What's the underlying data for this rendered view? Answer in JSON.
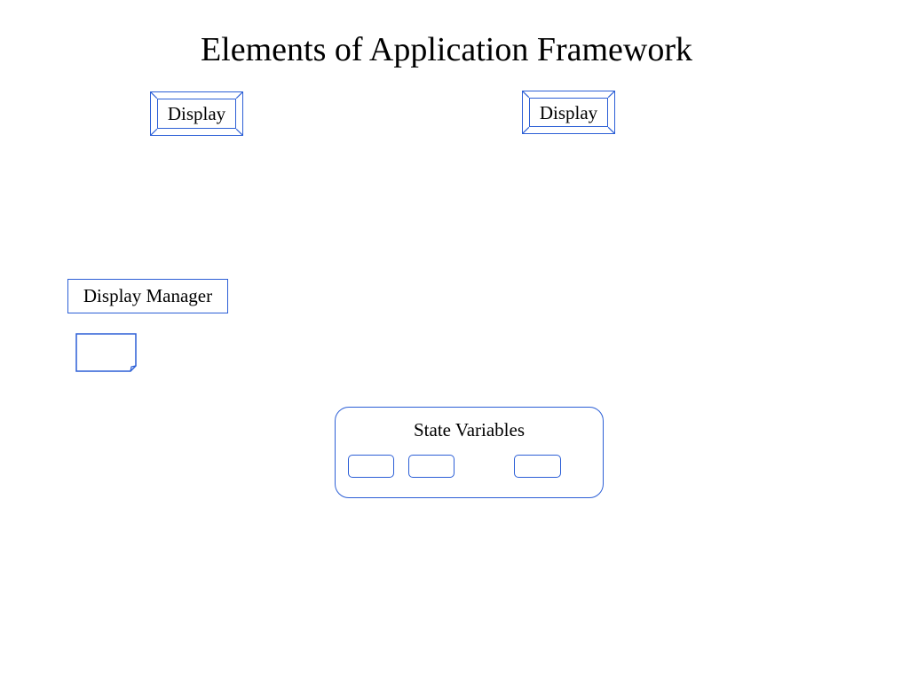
{
  "slide": {
    "title": "Elements of Application Framework"
  },
  "displays": [
    {
      "label": "Display"
    },
    {
      "label": "Display"
    }
  ],
  "display_manager": {
    "label": "Display Manager"
  },
  "state_variables": {
    "label": "State Variables",
    "slot_count": 3
  },
  "colors": {
    "shape_stroke": "#2c5fd6",
    "text": "#000000",
    "background": "#ffffff"
  }
}
